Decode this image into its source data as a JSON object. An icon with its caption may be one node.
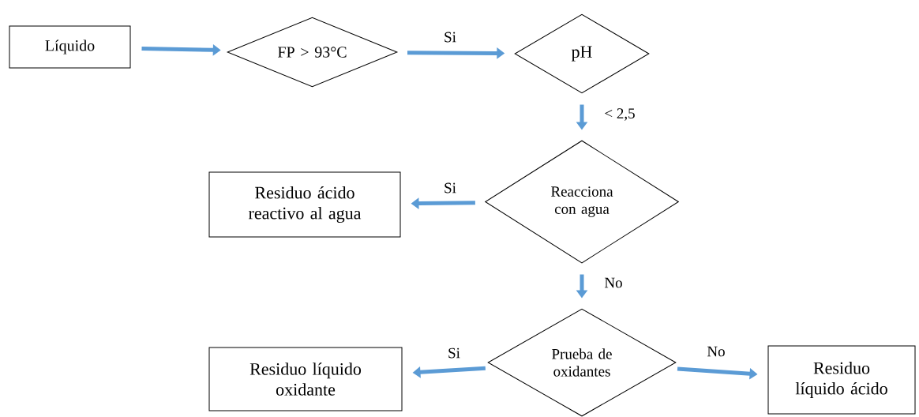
{
  "diagram": {
    "nodes": [
      {
        "text": [
          "Líquido"
        ]
      },
      {
        "text": [
          "FP > 93°C"
        ]
      },
      {
        "text": [
          "pH"
        ]
      },
      {
        "text": [
          "Reacciona con agua"
        ]
      },
      {
        "text": [
          "Residuo ácido reactivo al agua"
        ]
      },
      {
        "text": [
          "Prueba de oxidantes"
        ]
      },
      {
        "text": [
          "Residuo líquido oxidante"
        ]
      },
      {
        "text": [
          "Residuo líquido ácido"
        ]
      }
    ],
    "edges": [
      {
        "from": 0,
        "to": 1,
        "arrow": "to"
      },
      {
        "from": 1,
        "to": 2,
        "arrow": "to",
        "label": "Si"
      },
      {
        "from": 2,
        "to": 3,
        "arrow": "to",
        "label": "< 2,5"
      },
      {
        "from": 3,
        "to": 4,
        "arrow": "to",
        "label": "Si"
      },
      {
        "from": 3,
        "to": 5,
        "arrow": "to",
        "label": "No"
      },
      {
        "from": 5,
        "to": 6,
        "arrow": "to",
        "label": "Si"
      },
      {
        "from": 5,
        "to": 7,
        "arrow": "to",
        "label": "No"
      }
    ]
  }
}
